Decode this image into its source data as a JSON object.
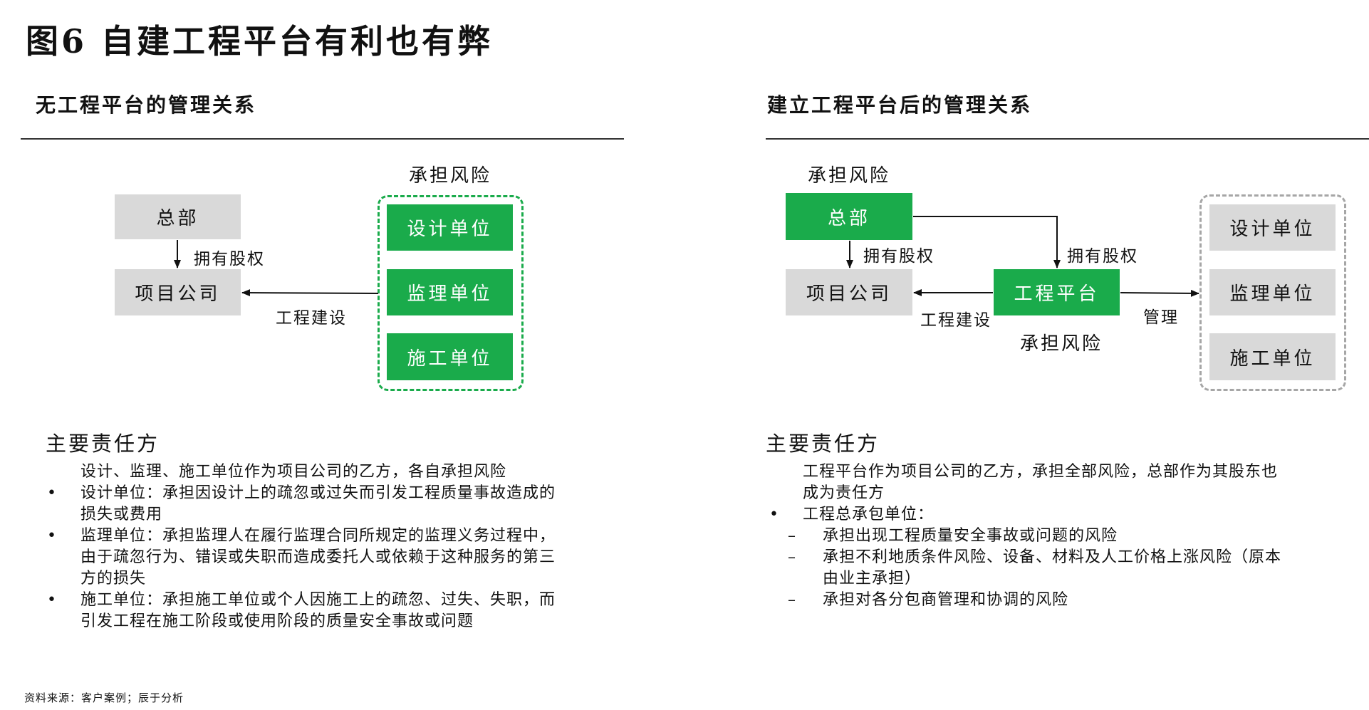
{
  "figure_title": "图6  自建工程平台有利也有弊",
  "left": {
    "section_title": "无工程平台的管理关系",
    "risk_label": "承担风险",
    "hq": "总部",
    "project_company": "项目公司",
    "equity_label": "拥有股权",
    "construction_label": "工程建设",
    "units": [
      "设计单位",
      "监理单位",
      "施工单位"
    ],
    "resp_title": "主要责任方",
    "intro": "设计、监理、施工单位作为项目公司的乙方，各自承担风险",
    "bullets": [
      {
        "mark": "•",
        "lines": [
          "设计单位：承担因设计上的疏忽或过失而引发工程质量事故造成的",
          "损失或费用"
        ]
      },
      {
        "mark": "•",
        "lines": [
          "监理单位：承担监理人在履行监理合同所规定的监理义务过程中，",
          "由于疏忽行为、错误或失职而造成委托人或依赖于这种服务的第三",
          "方的损失"
        ]
      },
      {
        "mark": "•",
        "lines": [
          "施工单位：承担施工单位或个人因施工上的疏忽、过失、失职，而",
          "引发工程在施工阶段或使用阶段的质量安全事故或问题"
        ]
      }
    ]
  },
  "right": {
    "section_title": "建立工程平台后的管理关系",
    "risk_label_top": "承担风险",
    "hq": "总部",
    "project_company": "项目公司",
    "platform": "工程平台",
    "equity_label_1": "拥有股权",
    "equity_label_2": "拥有股权",
    "construction_label": "工程建设",
    "manage_label": "管理",
    "risk_label_bottom": "承担风险",
    "units": [
      "设计单位",
      "监理单位",
      "施工单位"
    ],
    "resp_title": "主要责任方",
    "intro_lines": [
      "工程平台作为项目公司的乙方，承担全部风险，总部作为其股东也",
      "成为责任方"
    ],
    "bullet_main": {
      "mark": "•",
      "text": "工程总承包单位："
    },
    "sub_items": [
      {
        "mark": "–",
        "lines": [
          "承担出现工程质量安全事故或问题的风险"
        ]
      },
      {
        "mark": "–",
        "lines": [
          "承担不利地质条件风险、设备、材料及人工价格上涨风险（原本",
          "由业主承担）"
        ]
      },
      {
        "mark": "–",
        "lines": [
          "承担对各分包商管理和协调的风险"
        ]
      }
    ]
  },
  "source": "资料来源：客户案例；辰于分析",
  "colors": {
    "green": "#1aab4b",
    "gray_box": "#d9d9d9",
    "dashed_gray": "#a6a6a6"
  }
}
